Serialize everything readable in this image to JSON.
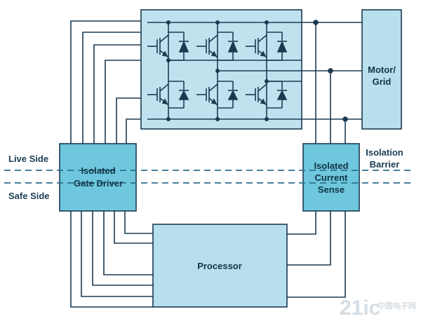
{
  "labels": {
    "live_side": "Live Side",
    "safe_side": "Safe Side",
    "isolation_barrier_line1": "Isolation",
    "isolation_barrier_line2": "Barrier"
  },
  "blocks": {
    "motor_grid": [
      "Motor/",
      "Grid"
    ],
    "gate_driver": [
      "Isolated",
      "Gate Driver"
    ],
    "current_sense": [
      "Isolated",
      "Current",
      "Sense"
    ],
    "processor": [
      "Processor"
    ]
  },
  "watermark": {
    "brand": "21ic",
    "site": "中国电子网"
  },
  "colors": {
    "line": "#1b3a52",
    "inverter_fill": "#bfe2ee",
    "block_fill": "#6ec7dc",
    "light_block_fill": "#b8dfec",
    "dash": "#2e6f8e"
  }
}
